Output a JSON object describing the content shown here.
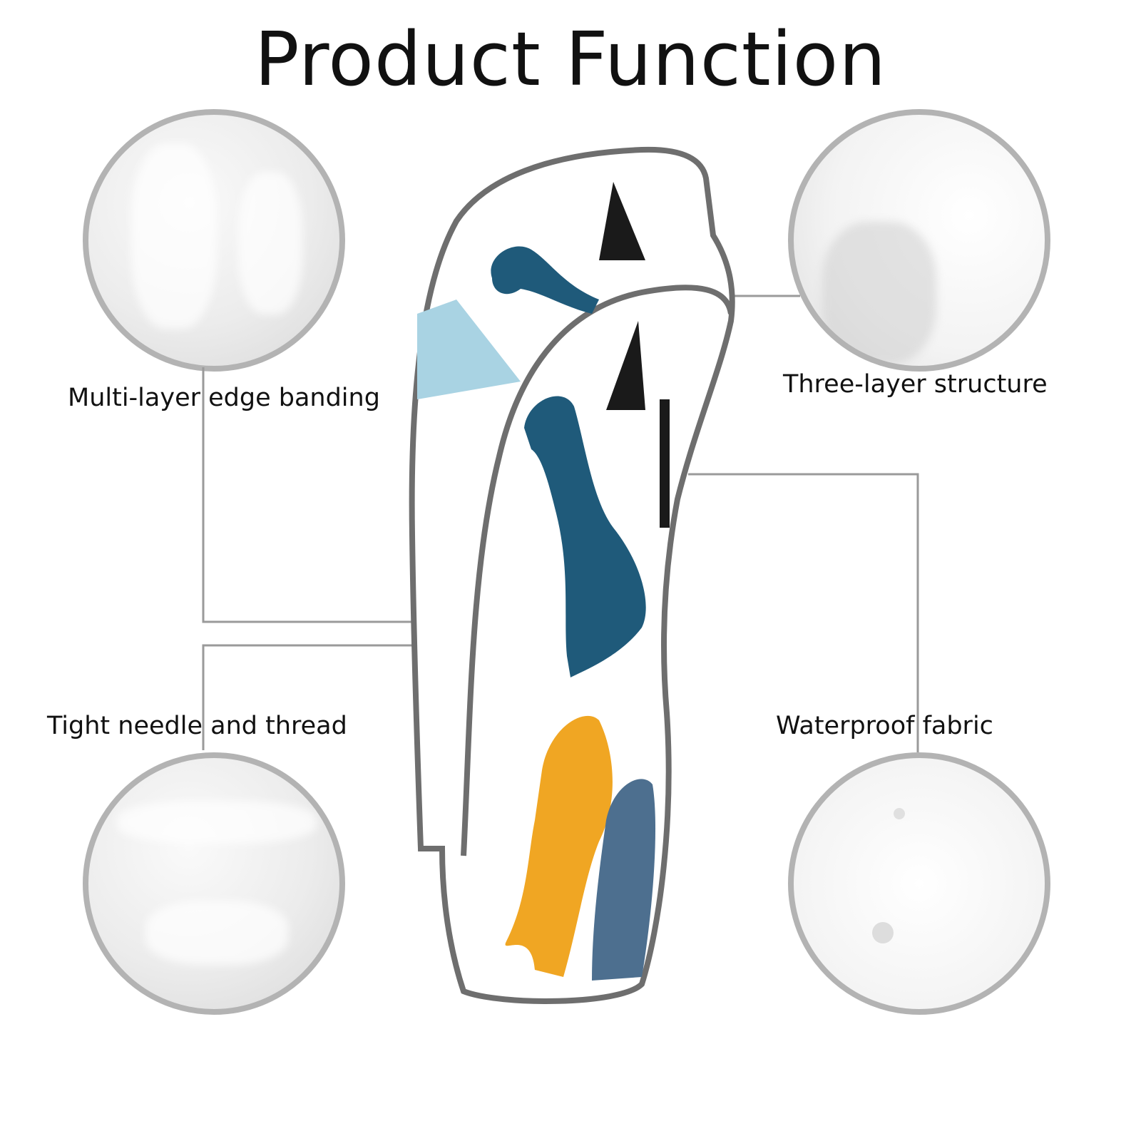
{
  "title": "Product Function",
  "features": [
    {
      "id": "edge-banding",
      "label": "Multi-layer edge banding"
    },
    {
      "id": "three-layer",
      "label": "Three-layer structure"
    },
    {
      "id": "needle-thread",
      "label": "Tight needle and thread"
    },
    {
      "id": "waterproof",
      "label": "Waterproof fabric"
    }
  ],
  "colors": {
    "circle_border": "#b3b3b3",
    "line": "#9a9a9a",
    "trim": "#6e6e6e",
    "dino_blue": "#1f5a7a",
    "dino_yellow": "#f0a623",
    "mountain": "#a9d3e3"
  }
}
